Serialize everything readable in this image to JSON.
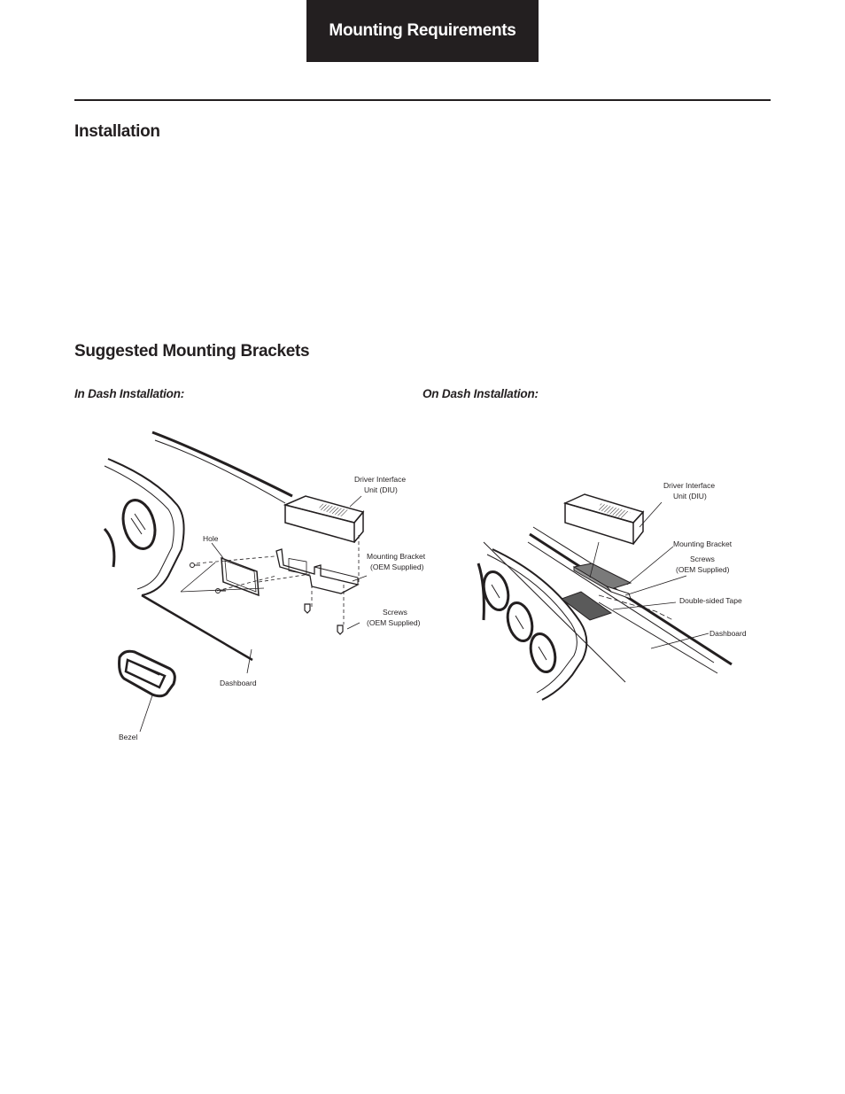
{
  "header": {
    "title": "Mounting Requirements"
  },
  "sections": {
    "installation": "Installation",
    "brackets": "Suggested Mounting Brackets"
  },
  "figures": {
    "in_dash": {
      "caption": "In Dash Installation:",
      "labels": {
        "diu_line1": "Driver Interface",
        "diu_line2": "Unit (DIU)",
        "hole": "Hole",
        "bracket_line1": "Mounting Bracket",
        "bracket_line2": "(OEM Supplied)",
        "screws_line1": "Screws",
        "screws_line2": "(OEM Supplied)",
        "dashboard": "Dashboard",
        "bezel": "Bezel"
      }
    },
    "on_dash": {
      "caption": "On Dash Installation:",
      "labels": {
        "diu_line1": "Driver Interface",
        "diu_line2": "Unit (DIU)",
        "bracket": "Mounting Bracket",
        "screws_line1": "Screws",
        "screws_line2": "(OEM Supplied)",
        "tape": "Double-sided Tape",
        "dashboard": "Dashboard"
      }
    }
  }
}
